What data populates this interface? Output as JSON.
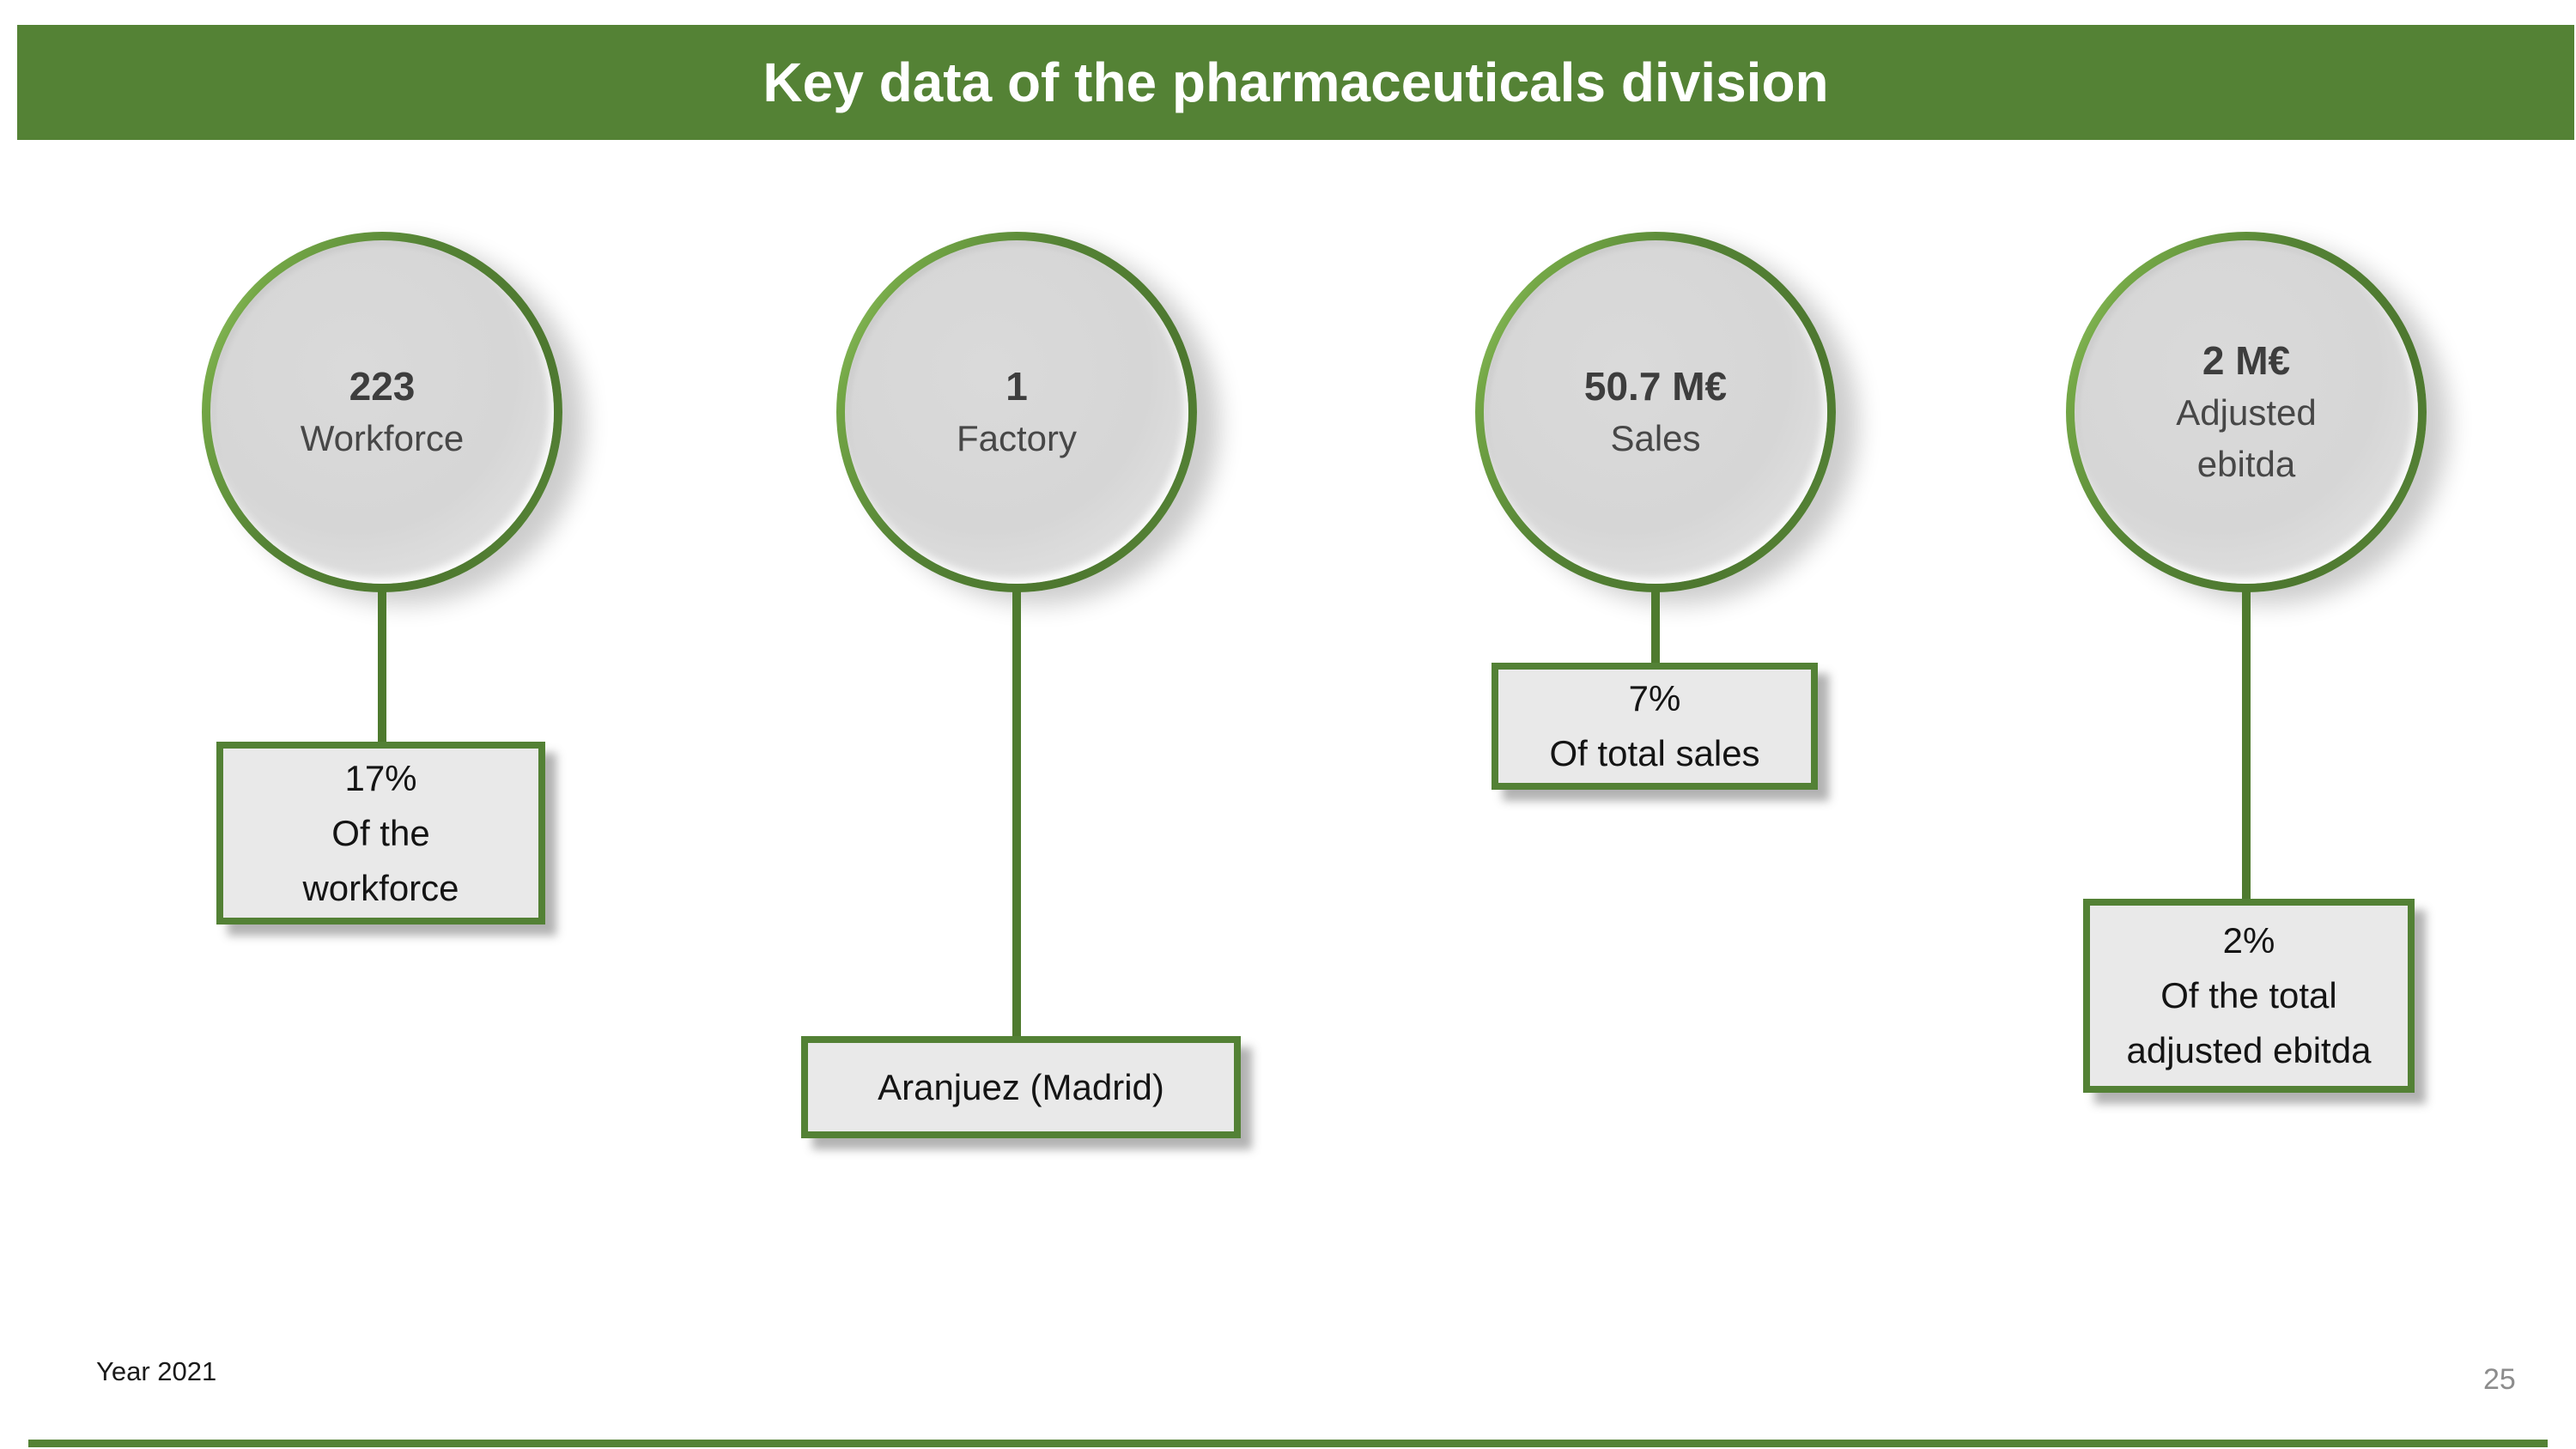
{
  "slide": {
    "title": "Key data of the pharmaceuticals division",
    "footer": "Year 2021",
    "page_number": "25"
  },
  "colors": {
    "header_green": "#548235",
    "border_green": "#538135",
    "connector_green": "#4e7a2e",
    "circle_fill_gray": "#d9d9d9",
    "box_fill_gray": "#e9e9e9",
    "circle_text_gray": "#3f3f3f",
    "page_number_gray": "#8c8c8c"
  },
  "items": [
    {
      "name": "workforce",
      "circle_value": "223",
      "circle_label": "Workforce",
      "box_lines": [
        "17%",
        "Of the",
        "workforce"
      ]
    },
    {
      "name": "factory",
      "circle_value": "1",
      "circle_label": "Factory",
      "box_lines": [
        "Aranjuez (Madrid)"
      ]
    },
    {
      "name": "sales",
      "circle_value": "50.7 M€",
      "circle_label": "Sales",
      "box_lines": [
        "7%",
        "Of total sales"
      ]
    },
    {
      "name": "adjusted-ebitda",
      "circle_value": "2 M€",
      "circle_label": "Adjusted ebitda",
      "box_lines": [
        "2%",
        "Of the total",
        "adjusted ebitda"
      ]
    }
  ]
}
